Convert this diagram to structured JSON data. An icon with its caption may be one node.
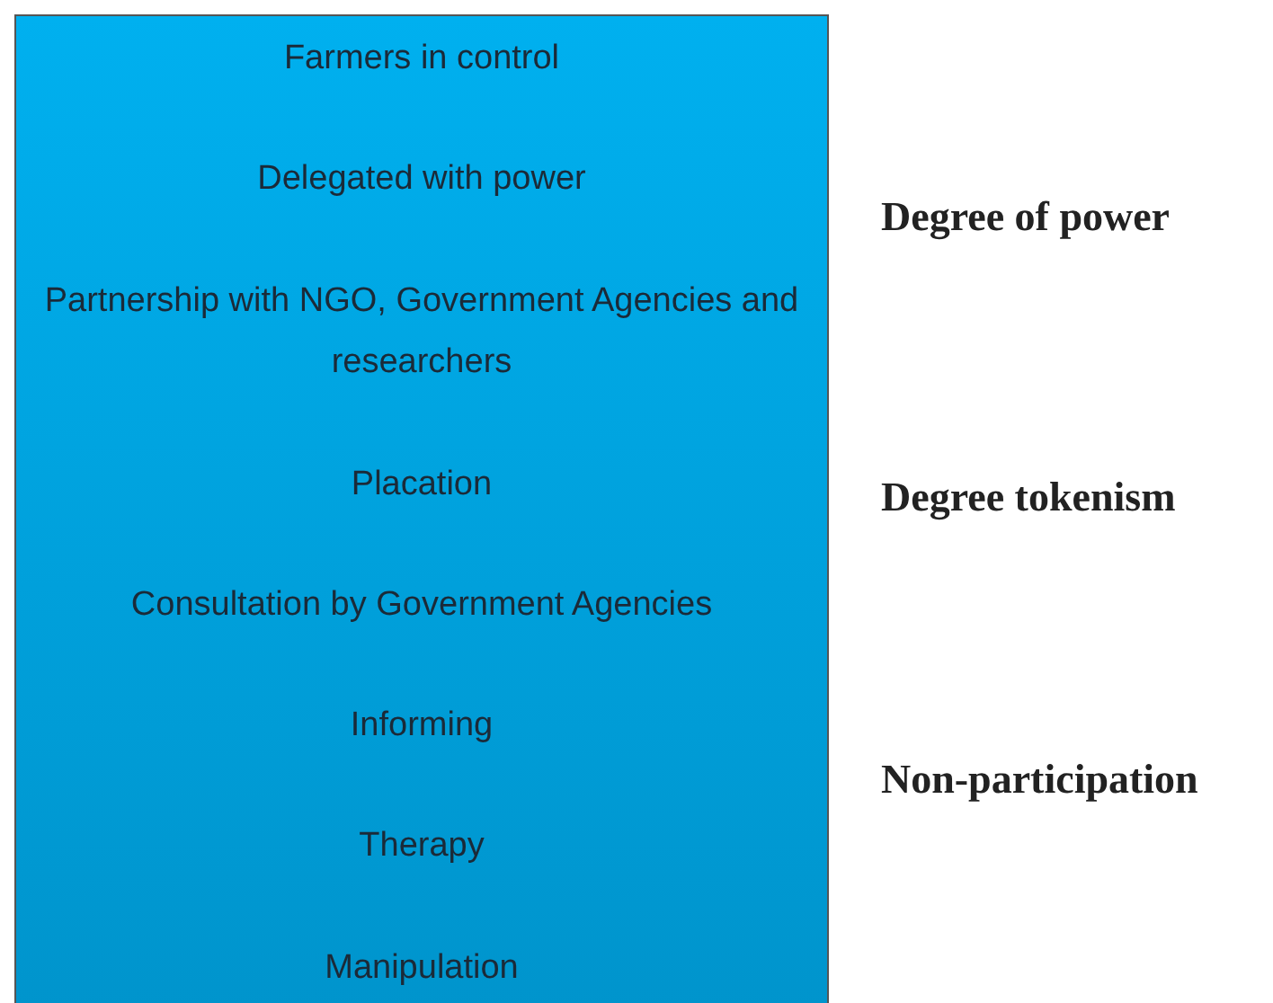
{
  "diagram": {
    "nodes": [
      {
        "text": [
          "Farmers in control",
          "Delegated with power",
          "Partnership with NGO, Government Agencies and researchers",
          "Placation",
          "Consultation by Government Agencies",
          "Informing",
          "Therapy",
          "Manipulation"
        ]
      }
    ],
    "labels": [
      "Degree of power",
      "Degree tokenism",
      "Non-participation"
    ]
  }
}
